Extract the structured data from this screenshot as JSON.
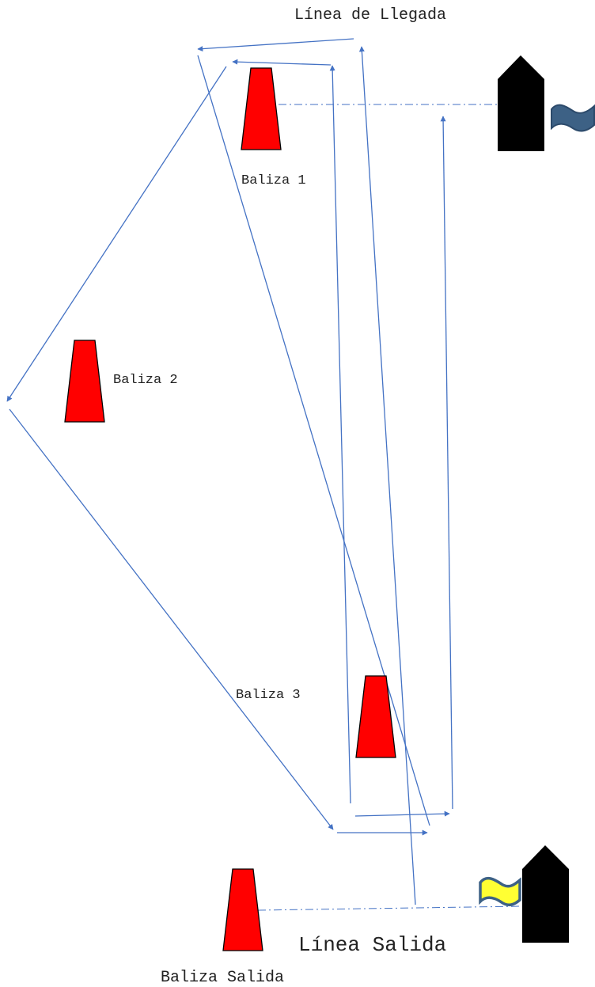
{
  "labels": {
    "finish_line": "Línea de Llegada",
    "start_line": "Línea Salida",
    "buoy_1": "Baliza 1",
    "buoy_2": "Baliza 2",
    "buoy_3": "Baliza 3",
    "start_buoy": "Baliza Salida"
  },
  "colors": {
    "route": "#4472c4",
    "buoy_fill": "#ff0000",
    "buoy_stroke": "#000000",
    "boat": "#000000",
    "flag_finish": "#3d6185",
    "flag_start": "#ffff33",
    "flag_start_stroke": "#3d6185",
    "line_dashdot": "#4472c4"
  },
  "icons": {
    "buoy": "red-buoy-icon",
    "boat": "committee-boat-icon",
    "flag_finish": "blue-flag-icon",
    "flag_start": "yellow-flag-icon"
  }
}
